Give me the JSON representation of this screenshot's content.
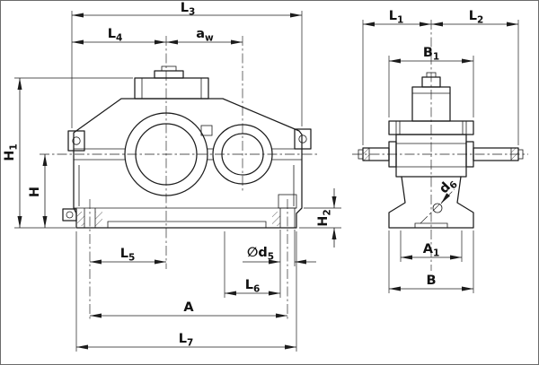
{
  "colors": {
    "line": "#1c1c1c",
    "background": "#ffffff",
    "frame": "#6b6b6b"
  },
  "dimensions": {
    "front": {
      "l3": {
        "main": "L",
        "sub": "3"
      },
      "l4": {
        "main": "L",
        "sub": "4"
      },
      "aw": {
        "main": "a",
        "sub": "w"
      },
      "h1": {
        "main": "H",
        "sub": "1"
      },
      "h": {
        "main": "H",
        "sub": ""
      },
      "l5": {
        "main": "L",
        "sub": "5"
      },
      "d5": {
        "main": "∅d",
        "sub": "5"
      },
      "l6": {
        "main": "L",
        "sub": "6"
      },
      "h2": {
        "main": "H",
        "sub": "2"
      },
      "a": {
        "main": "A",
        "sub": ""
      },
      "l7": {
        "main": "L",
        "sub": "7"
      }
    },
    "side": {
      "l1": {
        "main": "L",
        "sub": "1"
      },
      "l2": {
        "main": "L",
        "sub": "2"
      },
      "b1": {
        "main": "B",
        "sub": "1"
      },
      "a1": {
        "main": "A",
        "sub": "1"
      },
      "b": {
        "main": "B",
        "sub": ""
      },
      "d6": {
        "main": "d",
        "sub": "6"
      }
    }
  }
}
